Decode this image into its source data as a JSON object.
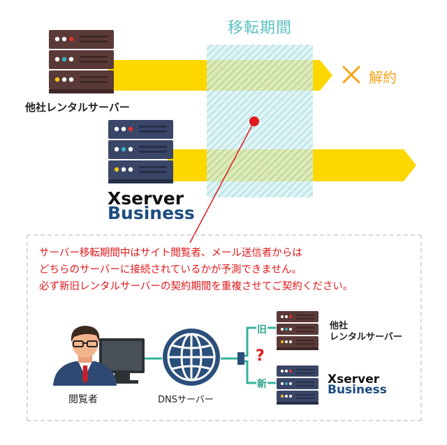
{
  "title": "移転期間",
  "cancel_label": "解約",
  "other_server_label": "他社レンタルサーバー",
  "xserver": {
    "line1": "Xserver",
    "line2": "Business"
  },
  "warning": {
    "line1": "サーバー移転期間中はサイト閲覧者、メール送信者からは",
    "line2": "どちらのサーバーに接続されているかが予測できません。",
    "line3": "必ず新旧レンタルサーバーの契約期間を重複させてご契約ください。"
  },
  "diagram": {
    "viewer_label": "閲覧者",
    "dns_label": "DNSサーバー",
    "old_label": "旧",
    "new_label": "新",
    "question": "?",
    "other_server_line1": "他社",
    "other_server_line2": "レンタルサーバー",
    "xserver_line1": "Xserver",
    "xserver_line2": "Business"
  },
  "colors": {
    "arrow": "#fdd700",
    "overlap_hatch": "#8fd3d6",
    "other_server": "#5a3a38",
    "xserver_server": "#3a4668",
    "warning_text": "#e0191b",
    "teal_line": "#34b39c",
    "cancel": "#f4a417"
  }
}
